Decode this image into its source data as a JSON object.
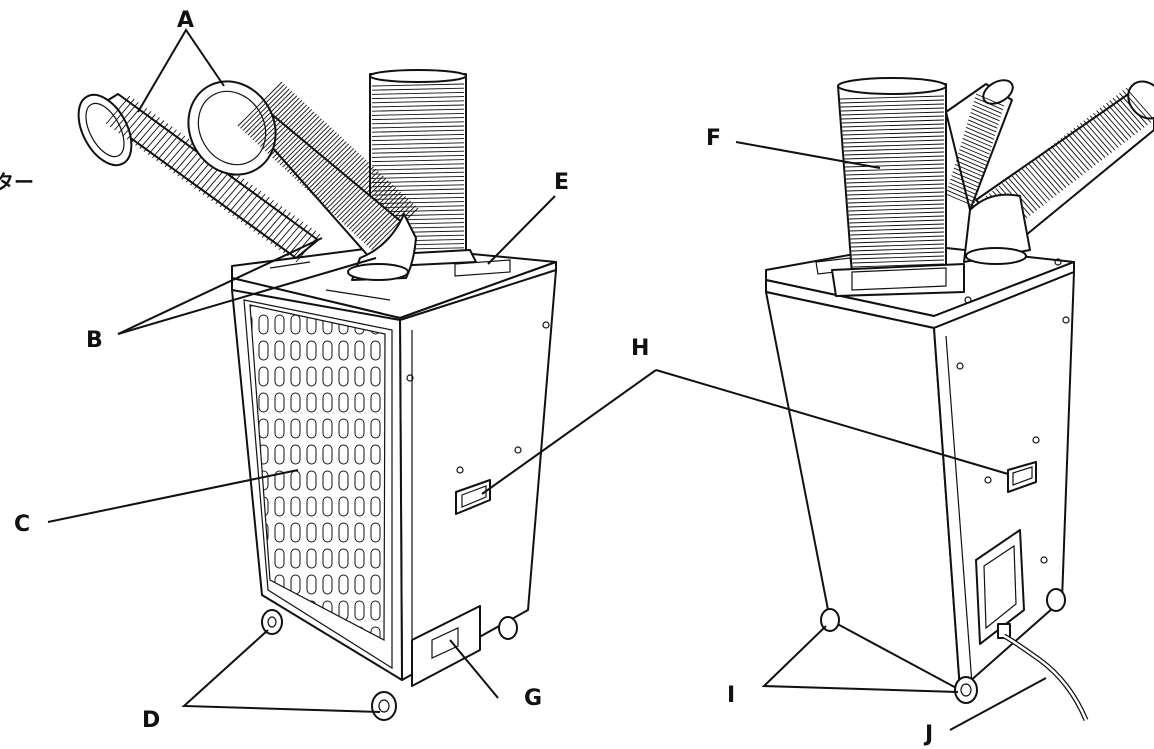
{
  "labels": {
    "A": "A",
    "B": "B",
    "C": "C",
    "D": "D",
    "E": "E",
    "F": "F",
    "G": "G",
    "H": "H",
    "I": "I",
    "J": "J",
    "cut_text": "ター"
  },
  "colors": {
    "stroke": "#111111",
    "background": "#ffffff"
  }
}
